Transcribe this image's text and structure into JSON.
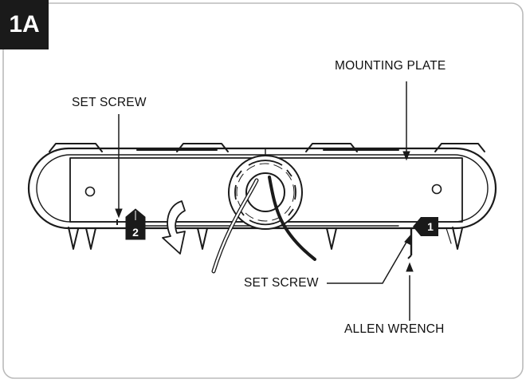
{
  "figure": {
    "step_label": "1A",
    "callouts": {
      "mounting_plate": "MOUNTING PLATE",
      "set_screw_left": "SET SCREW",
      "set_screw_right": "SET SCREW",
      "allen_wrench": "ALLEN WRENCH"
    },
    "markers": {
      "step_one": "1",
      "step_two": "2"
    },
    "colors": {
      "line": "#1a1a1a",
      "frame": "#bbbbbb",
      "marker_fill": "#1a1a1a"
    }
  }
}
